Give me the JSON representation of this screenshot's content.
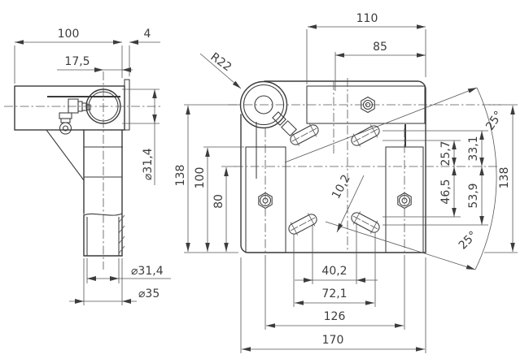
{
  "drawing": {
    "type": "2D engineering drawing, two orthographic views of a clamp bracket",
    "colors": {
      "line": "#3a3a3a",
      "thin_line": "#555555",
      "background": "#ffffff"
    },
    "side_view": {
      "dims": {
        "arm_length": "100",
        "plate_thickness": "4",
        "tube_offset": "17,5",
        "tube_dia_side": "⌀31,4",
        "tube_dia_bottom": "⌀31,4",
        "sleeve_dia": "⌀35"
      }
    },
    "front_view": {
      "dims": {
        "top_width": "110",
        "pocket_width": "85",
        "boss_radius": "R22",
        "height_left": "138",
        "pocket_height": "100",
        "center_height": "80",
        "slot_width": "10,2",
        "slot_top_near": "25,7",
        "slot_top_far": "33,1",
        "slot_bottom_near": "46,5",
        "slot_bottom_far": "53,9",
        "height_right": "138",
        "angle_upper": "25°",
        "angle_lower": "25°",
        "slot_span_inner": "40,2",
        "slot_span_outer": "72,1",
        "bolt_span": "126",
        "total_width": "170"
      }
    }
  }
}
